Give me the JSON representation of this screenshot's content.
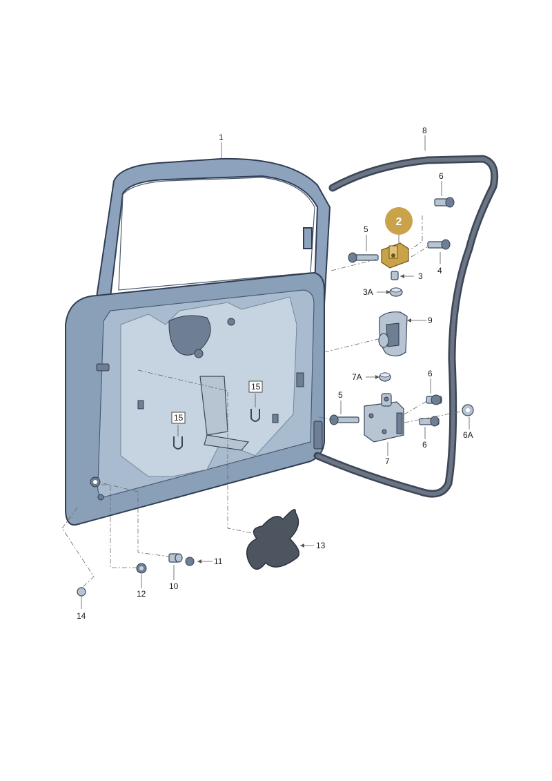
{
  "labels": {
    "p1": "1",
    "p2": "2",
    "p3": "3",
    "p3a": "3A",
    "p4": "4",
    "p5a": "5",
    "p5b": "5",
    "p6a": "6",
    "p6b": "6",
    "p6c": "6",
    "p6d": "6A",
    "p7": "7",
    "p7a": "7A",
    "p8": "8",
    "p9": "9",
    "p10": "10",
    "p11": "11",
    "p12": "12",
    "p13": "13",
    "p14": "14",
    "p15a": "15",
    "p15b": "15"
  },
  "colors": {
    "door": "#8a9fb8",
    "highlight": "#c9a24a",
    "seal": "#3d4655"
  }
}
